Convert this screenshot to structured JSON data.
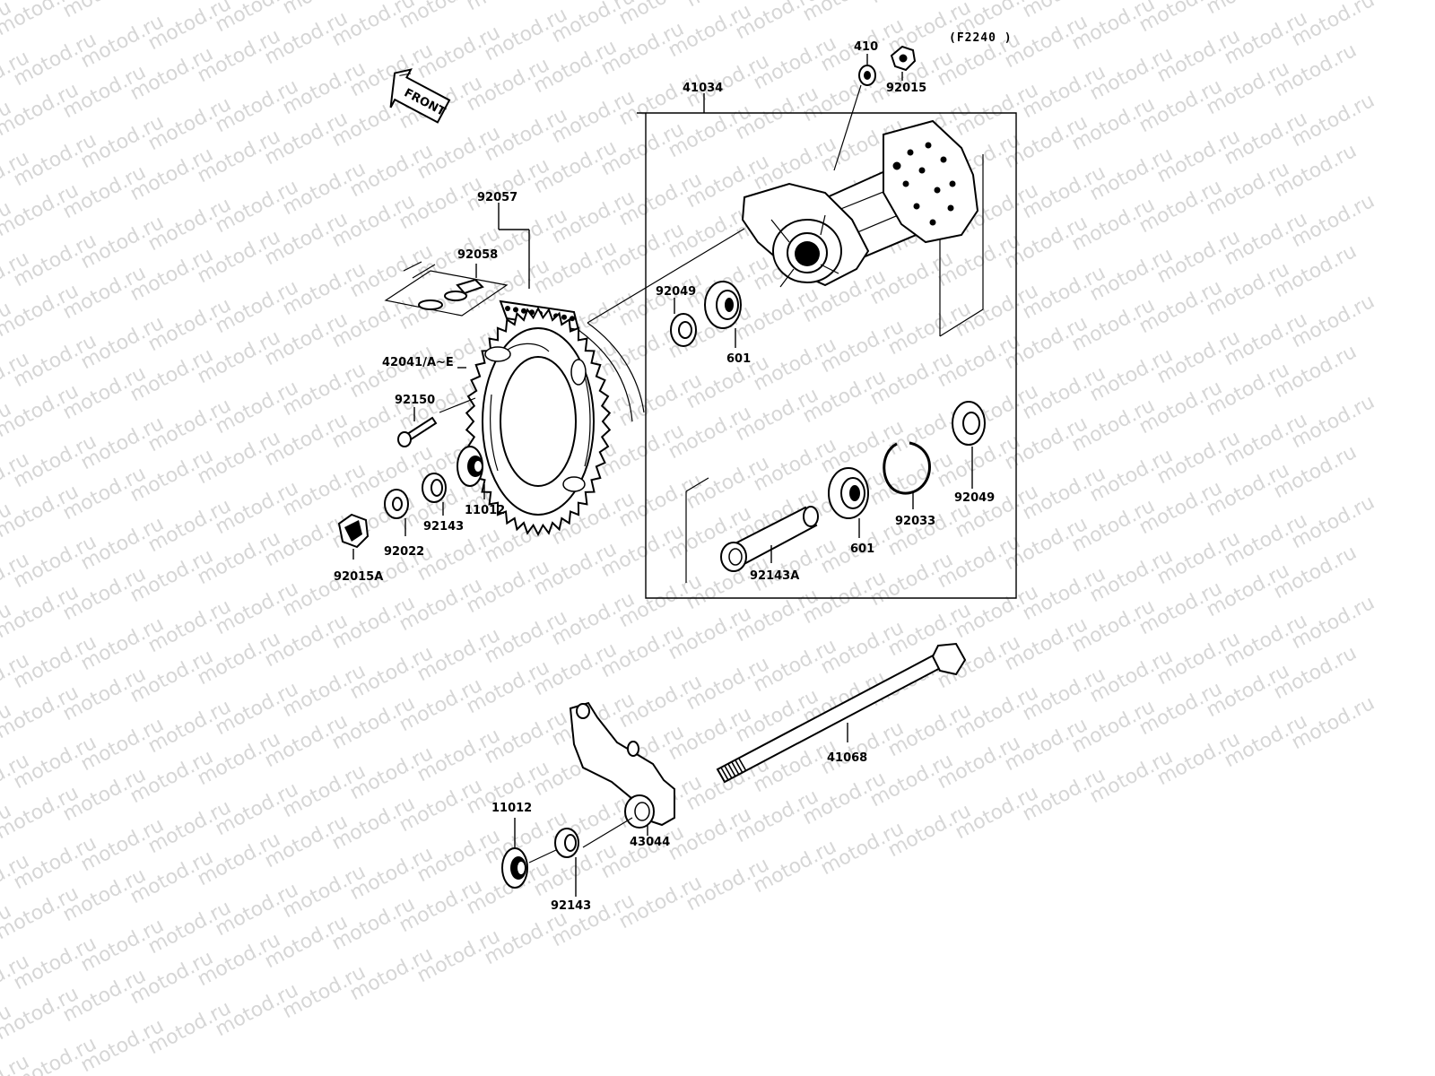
{
  "diagram": {
    "code": "(F2240 )",
    "front_label": "FRONT",
    "watermark_text": "motod.ru",
    "parts": {
      "p410": "410",
      "p92015": "92015",
      "p41034": "41034",
      "p92057": "92057",
      "p92058": "92058",
      "p92049_top": "92049",
      "p601_top": "601",
      "p42041": "42041/A~E",
      "p92150": "92150",
      "p11012_top": "11012",
      "p92143_top": "92143",
      "p92022": "92022",
      "p92015A": "92015A",
      "p92049_right": "92049",
      "p92033": "92033",
      "p601_bottom": "601",
      "p92143A": "92143A",
      "p41068": "41068",
      "p11012_bottom": "11012",
      "p43044": "43044",
      "p92143_bottom": "92143"
    }
  }
}
